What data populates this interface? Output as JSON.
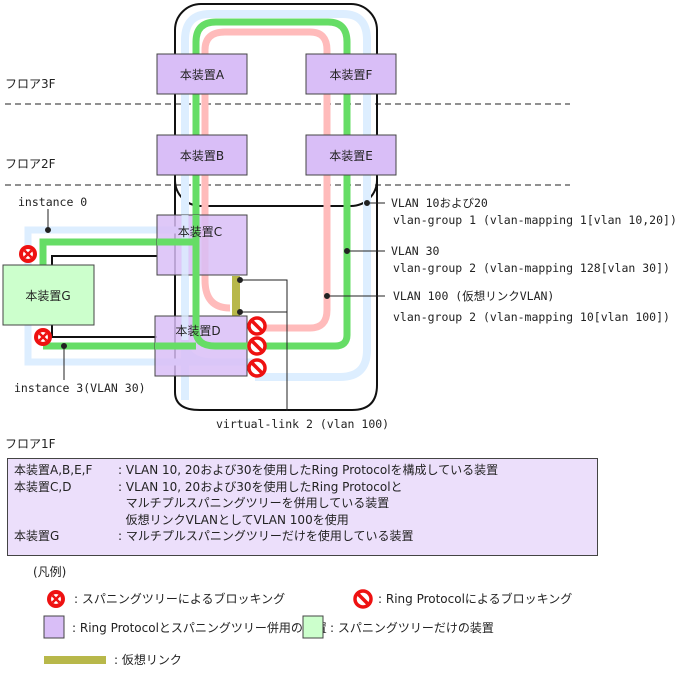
{
  "floors": {
    "f3": "フロア3F",
    "f2": "フロア2F",
    "f1": "フロア1F"
  },
  "devices": {
    "A": "本装置A",
    "B": "本装置B",
    "C": "本装置C",
    "D": "本装置D",
    "E": "本装置E",
    "F": "本装置F",
    "G": "本装置G"
  },
  "labels": {
    "instance0": "instance 0",
    "instance3": "instance 3(VLAN 30)",
    "virtual_link": "virtual-link 2 (vlan 100)",
    "vlan1020_title": "VLAN 10および20",
    "vlan1020_detail": "vlan-group 1 (vlan-mapping 1[vlan 10,20])",
    "vlan30_title": "VLAN 30",
    "vlan30_detail": "vlan-group 2 (vlan-mapping 128[vlan 30])",
    "vlan100_title": "VLAN 100 (仮想リンクVLAN)",
    "vlan100_detail": "vlan-group 2 (vlan-mapping 10[vlan 100])"
  },
  "description": [
    {
      "key": "本装置A,B,E,F",
      "lines": [
        ": VLAN 10, 20および30を使用したRing Protocolを構成している装置"
      ]
    },
    {
      "key": "本装置C,D",
      "lines": [
        ": VLAN 10, 20および30を使用したRing Protocolと",
        "  マルチプルスパニングツリーを併用している装置",
        "  仮想リンクVLANとしてVLAN 100を使用"
      ]
    },
    {
      "key": "本装置G",
      "lines": [
        ": マルチプルスパニングツリーだけを使用している装置"
      ]
    }
  ],
  "legend": {
    "title": "(凡例)",
    "stp_block": ": スパニングツリーによるブロッキング",
    "ring_block": ": Ring Protocolによるブロッキング",
    "ring_stp_device": ": Ring Protocolとスパニングツリー併用の装置",
    "stp_device": ": スパニングツリーだけの装置",
    "virtual_link": ": 仮想リンク"
  },
  "colors": {
    "ring_device": "#d9bef7",
    "stp_device": "#ccffcc",
    "vlan1020": "#ddeeff",
    "vlan30": "#66dd66",
    "vlan100": "#ffbbbb",
    "virtual_link": "#b8b84a",
    "block": "#ee1111"
  }
}
